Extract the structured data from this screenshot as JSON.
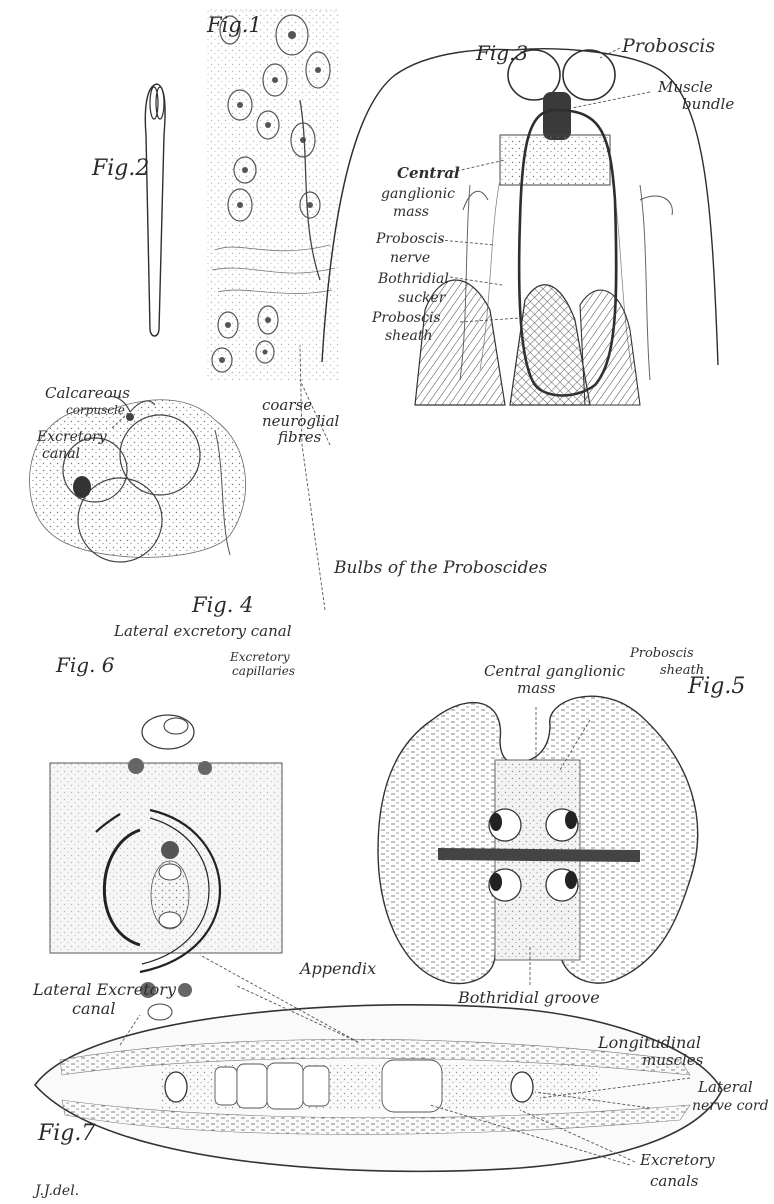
{
  "figures": {
    "fig1": "Fig.1",
    "fig2": "Fig.2",
    "fig3": "Fig.3",
    "fig4": "Fig. 4",
    "fig5": "Fig.5",
    "fig6": "Fig. 6",
    "fig7": "Fig.7"
  },
  "labels": {
    "proboscis": "Proboscis",
    "muscle_bundle": [
      "Muscle",
      "bundle"
    ],
    "central_ganglionic_mass_fig3": [
      "Central",
      "ganglionic",
      "mass"
    ],
    "proboscis_nerve": [
      "Proboscis",
      "nerve"
    ],
    "bothridial_sucker": [
      "Bothridial",
      "sucker"
    ],
    "proboscis_sheath_fig3": [
      "Proboscis",
      "sheath"
    ],
    "bulbs_of_the_proboscides": "Bulbs of the Proboscides",
    "calcareous_corpuscle": [
      "Calcareous",
      "corpuscle"
    ],
    "excretory_canal": [
      "Excretory",
      "canal"
    ],
    "coarse_neuroglial_fibres": [
      "coarse",
      "neuroglial",
      "fibres"
    ],
    "lateral_excretory_canal_top": "Lateral excretory canal",
    "excretory_capillaries": [
      "Excretory",
      "capillaries"
    ],
    "central_ganglionic_mass_fig5": [
      "Central ganglionic",
      "mass"
    ],
    "proboscis_sheath_fig5": [
      "Proboscis",
      "sheath"
    ],
    "appendix": "Appendix",
    "bothridial_groove": "Bothridial groove",
    "lateral_excretory_canal_bottom": [
      "Lateral Excretory",
      "canal"
    ],
    "longitudinal_muscles": [
      "Longitudinal",
      "muscles"
    ],
    "lateral_nerve_cord": [
      "Lateral",
      "nerve cord"
    ],
    "excretory_canals": [
      "Excretory",
      "canals"
    ],
    "signature": "J.J.del."
  },
  "colors": {
    "ink": "#2e2e2e",
    "paper": "#ffffff",
    "stipple": "#8a8a8a"
  }
}
